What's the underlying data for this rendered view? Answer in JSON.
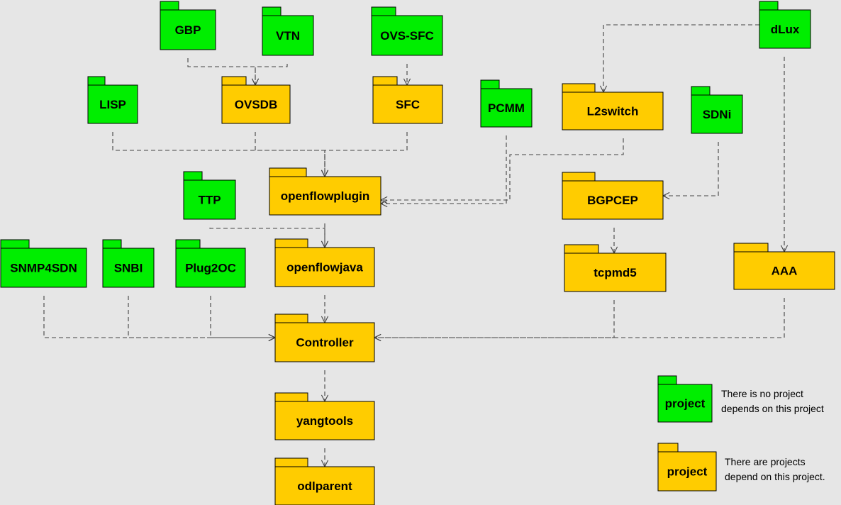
{
  "colors": {
    "leaf": "#00ee00",
    "depended": "#ffcc00",
    "edge": "#444444",
    "background": "#e6e6e6"
  },
  "packages": [
    {
      "id": "gbp",
      "label": "GBP",
      "kind": "leaf"
    },
    {
      "id": "vtn",
      "label": "VTN",
      "kind": "leaf"
    },
    {
      "id": "ovs-sfc",
      "label": "OVS-SFC",
      "kind": "leaf"
    },
    {
      "id": "dlux",
      "label": "dLux",
      "kind": "leaf"
    },
    {
      "id": "lisp",
      "label": "LISP",
      "kind": "leaf"
    },
    {
      "id": "ovsdb",
      "label": "OVSDB",
      "kind": "depended"
    },
    {
      "id": "sfc",
      "label": "SFC",
      "kind": "depended"
    },
    {
      "id": "pcmm",
      "label": "PCMM",
      "kind": "leaf"
    },
    {
      "id": "l2switch",
      "label": "L2switch",
      "kind": "depended"
    },
    {
      "id": "sdni",
      "label": "SDNi",
      "kind": "leaf"
    },
    {
      "id": "ttp",
      "label": "TTP",
      "kind": "leaf"
    },
    {
      "id": "openflowplugin",
      "label": "openflowplugin",
      "kind": "depended"
    },
    {
      "id": "bgpcep",
      "label": "BGPCEP",
      "kind": "depended"
    },
    {
      "id": "snmp4sdn",
      "label": "SNMP4SDN",
      "kind": "leaf"
    },
    {
      "id": "snbi",
      "label": "SNBI",
      "kind": "leaf"
    },
    {
      "id": "plug2oc",
      "label": "Plug2OC",
      "kind": "leaf"
    },
    {
      "id": "openflowjava",
      "label": "openflowjava",
      "kind": "depended"
    },
    {
      "id": "tcpmd5",
      "label": "tcpmd5",
      "kind": "depended"
    },
    {
      "id": "aaa",
      "label": "AAA",
      "kind": "depended"
    },
    {
      "id": "controller",
      "label": "Controller",
      "kind": "depended"
    },
    {
      "id": "yangtools",
      "label": "yangtools",
      "kind": "depended"
    },
    {
      "id": "odlparent",
      "label": "odlparent",
      "kind": "depended"
    }
  ],
  "dependencies": [
    {
      "from": "gbp",
      "to": "ovsdb"
    },
    {
      "from": "vtn",
      "to": "ovsdb"
    },
    {
      "from": "ovs-sfc",
      "to": "sfc"
    },
    {
      "from": "dlux",
      "to": "l2switch"
    },
    {
      "from": "dlux",
      "to": "aaa"
    },
    {
      "from": "lisp",
      "to": "openflowplugin"
    },
    {
      "from": "ovsdb",
      "to": "openflowplugin"
    },
    {
      "from": "sfc",
      "to": "openflowplugin"
    },
    {
      "from": "pcmm",
      "to": "openflowplugin"
    },
    {
      "from": "l2switch",
      "to": "openflowplugin"
    },
    {
      "from": "sdni",
      "to": "bgpcep"
    },
    {
      "from": "bgpcep",
      "to": "tcpmd5"
    },
    {
      "from": "ttp",
      "to": "openflowjava"
    },
    {
      "from": "openflowplugin",
      "to": "openflowjava"
    },
    {
      "from": "openflowjava",
      "to": "controller"
    },
    {
      "from": "snmp4sdn",
      "to": "controller"
    },
    {
      "from": "snbi",
      "to": "controller"
    },
    {
      "from": "plug2oc",
      "to": "controller"
    },
    {
      "from": "tcpmd5",
      "to": "controller"
    },
    {
      "from": "aaa",
      "to": "controller"
    },
    {
      "from": "controller",
      "to": "yangtools"
    },
    {
      "from": "yangtools",
      "to": "odlparent"
    }
  ],
  "legend": [
    {
      "label": "project",
      "kind": "leaf",
      "lines": [
        "There is no project",
        "depends on this project"
      ]
    },
    {
      "label": "project",
      "kind": "depended",
      "lines": [
        "There are projects",
        "depend on this project."
      ]
    }
  ]
}
